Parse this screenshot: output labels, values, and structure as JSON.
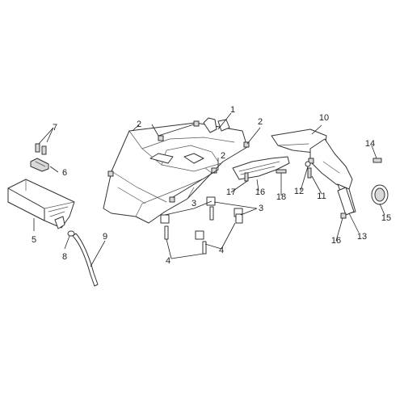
{
  "callouts": {
    "c1": "1",
    "c2a": "2",
    "c2b": "2",
    "c2c": "2",
    "c3a": "3",
    "c3b": "3",
    "c4a": "4",
    "c4b": "4",
    "c5": "5",
    "c6": "6",
    "c7": "7",
    "c8": "8",
    "c9": "9",
    "c10": "10",
    "c11": "11",
    "c12": "12",
    "c13": "13",
    "c14": "14",
    "c15": "15",
    "c16a": "16",
    "c16b": "16",
    "c17": "17",
    "c18": "18"
  },
  "colors": {
    "line": "#333333",
    "shade": "#d9d9d9",
    "background": "#ffffff"
  }
}
